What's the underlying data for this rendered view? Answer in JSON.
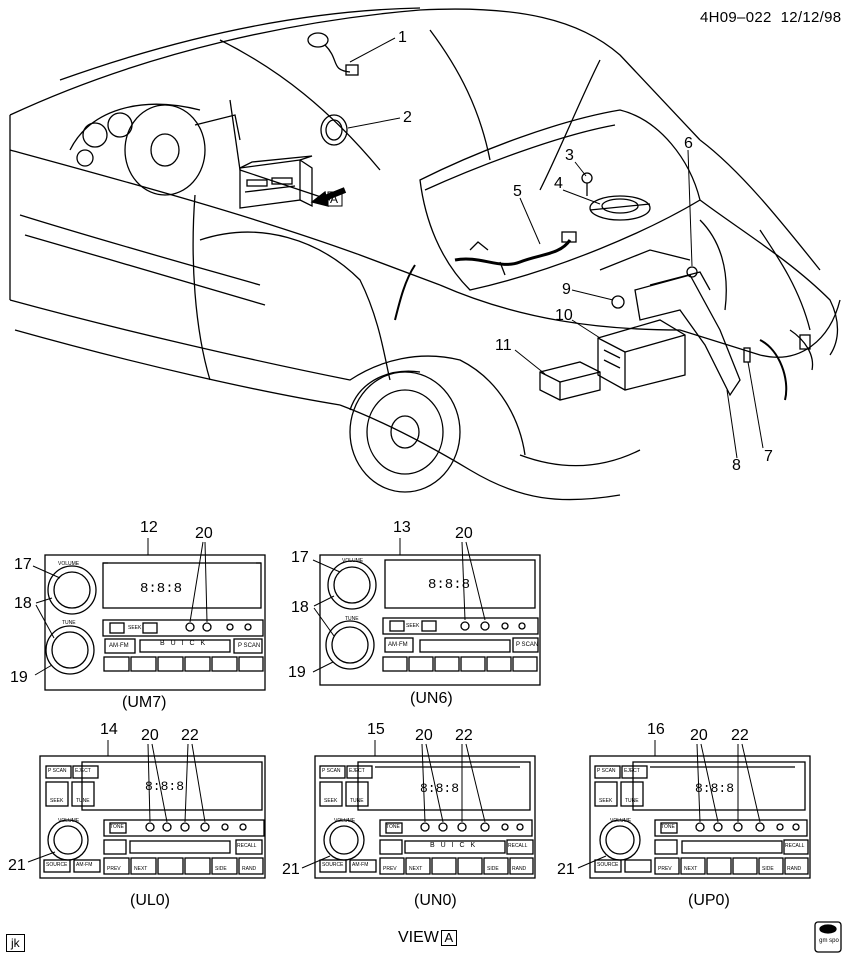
{
  "header": {
    "code": "4H09–022",
    "date": "12/12/98"
  },
  "callouts": {
    "c1": "1",
    "c2": "2",
    "c3": "3",
    "c4": "4",
    "c5": "5",
    "c6": "6",
    "c7": "7",
    "c8": "8",
    "c9": "9",
    "c10": "10",
    "c11": "11",
    "c12": "12",
    "c13": "13",
    "c14": "14",
    "c15": "15",
    "c16": "16",
    "c17a": "17",
    "c17b": "17",
    "c18a": "18",
    "c18b": "18",
    "c19a": "19",
    "c19b": "19",
    "c20a": "20",
    "c20b": "20",
    "c20c": "20",
    "c20d": "20",
    "c20e": "20",
    "c21a": "21",
    "c21b": "21",
    "c21c": "21",
    "c22a": "22",
    "c22b": "22",
    "c22c": "22"
  },
  "view_marker": "A",
  "radios": {
    "um7": {
      "caption": "(UM7)",
      "brand": "B U I C K",
      "scan": "P SCAN",
      "amfm": "AM·FM",
      "knob_top": "VOLUME",
      "knob_bottom": "TUNE",
      "seek": "SEEK"
    },
    "un6": {
      "caption": "(UN6)",
      "scan": "P SCAN",
      "amfm": "AM·FM",
      "knob_top": "VOLUME",
      "knob_bottom": "TUNE",
      "seek": "SEEK"
    },
    "ul0": {
      "caption": "(UL0)",
      "scan": "P SCAN",
      "eject": "EJECT",
      "seek": "SEEK",
      "tune": "TUNE",
      "tone": "TONE",
      "recall": "RECALL",
      "source": "SOURCE",
      "amfm": "AM·FM",
      "volume": "VOLUME",
      "prev": "PREV",
      "next": "NEXT",
      "side": "SIDE",
      "rand": "RAND"
    },
    "un0": {
      "caption": "(UN0)",
      "brand": "B U I C K",
      "scan": "P SCAN",
      "eject": "EJECT",
      "seek": "SEEK",
      "tune": "TUNE",
      "tone": "TONE",
      "recall": "RECALL",
      "source": "SOURCE",
      "amfm": "AM·FM",
      "volume": "VOLUME",
      "prev": "PREV",
      "next": "NEXT",
      "side": "SIDE",
      "rand": "RAND"
    },
    "up0": {
      "caption": "(UP0)",
      "scan": "P SCAN",
      "eject": "EJECT",
      "seek": "SEEK",
      "tune": "TUNE",
      "tone": "TONE",
      "recall": "RECALL",
      "source": "SOURCE",
      "volume": "VOLUME",
      "prev": "PREV",
      "next": "NEXT",
      "side": "SIDE",
      "rand": "RAND"
    }
  },
  "footer": {
    "initials": "jk",
    "view_label": "VIEW",
    "view_letter": "A",
    "logo_text": "gm spo"
  }
}
